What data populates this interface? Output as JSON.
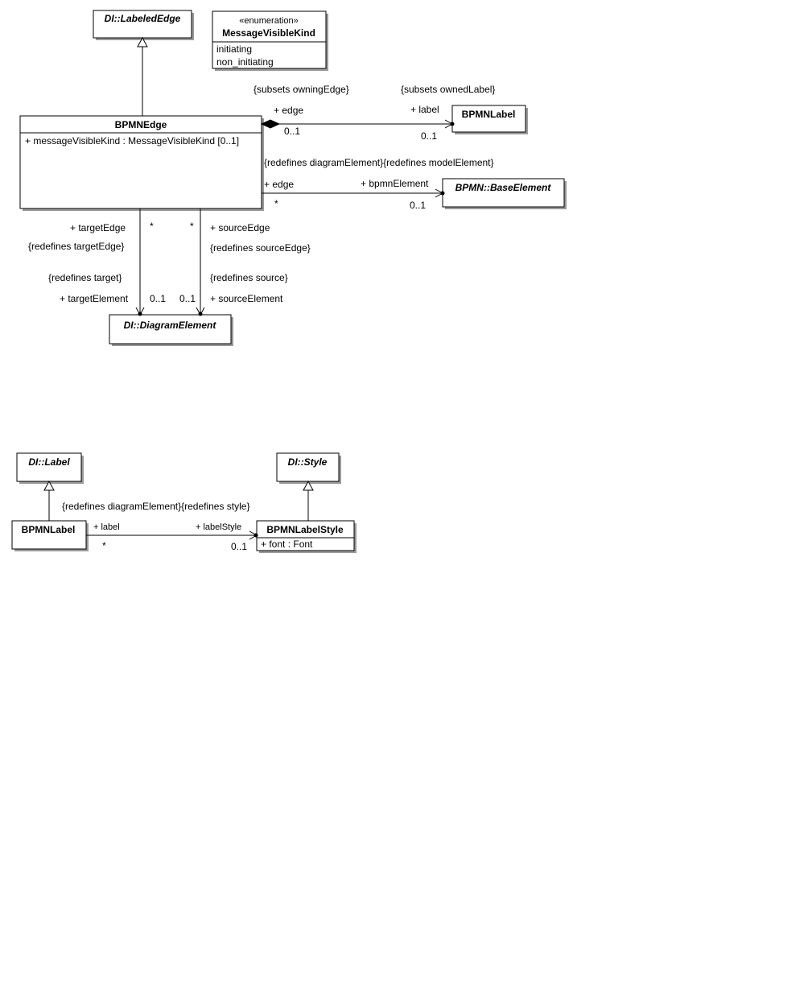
{
  "classes": {
    "labeled_edge": "DI::LabeledEdge",
    "enumeration_stereotype": "«enumeration»",
    "message_visible_kind": "MessageVisibleKind",
    "enum_literals": [
      "initiating",
      "non_initiating"
    ],
    "bpmn_edge": "BPMNEdge",
    "bpmn_edge_attribute": "+ messageVisibleKind : MessageVisibleKind [0..1]",
    "bpmn_label_top": "BPMNLabel",
    "base_element": "BPMN::BaseElement",
    "diagram_element": "DI::DiagramElement",
    "di_label": "DI::Label",
    "di_style": "DI::Style",
    "bpmn_label_bottom": "BPMNLabel",
    "bpmn_label_style": "BPMNLabelStyle",
    "bpmn_label_style_attribute": "+ font : Font"
  },
  "associations": {
    "label_assoc": {
      "constraint_left": "{subsets owningEdge}",
      "constraint_right": "{subsets ownedLabel}",
      "role_left": "+ edge",
      "role_right": "+ label",
      "mult_left": "0..1",
      "mult_right": "0..1"
    },
    "base_assoc": {
      "constraints": "{redefines diagramElement}{redefines modelElement}",
      "role_left": "+ edge",
      "role_right": "+ bpmnElement",
      "mult_left": "*",
      "mult_right": "0..1"
    },
    "target_assoc": {
      "role_edge": "+ targetEdge",
      "mult_edge": "*",
      "constraint_edge": "{redefines targetEdge}",
      "constraint_element": "{redefines target}",
      "role_element": "+ targetElement",
      "mult_element": "0..1"
    },
    "source_assoc": {
      "mult_edge": "*",
      "role_edge": "+ sourceEdge",
      "constraint_edge": "{redefines sourceEdge}",
      "constraint_element": "{redefines source}",
      "mult_element": "0..1",
      "role_element": "+ sourceElement"
    },
    "style_assoc": {
      "constraints": "{redefines diagramElement}{redefines style}",
      "role_left": "+ label",
      "role_right": "+ labelStyle",
      "mult_left": "*",
      "mult_right": "0..1"
    }
  }
}
